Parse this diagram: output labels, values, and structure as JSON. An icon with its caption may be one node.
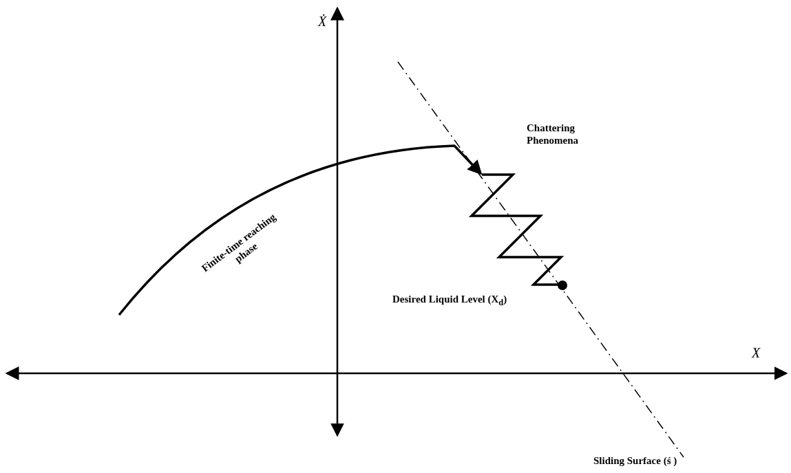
{
  "diagram": {
    "labels": [
      "Ẋ",
      "X",
      "Finite-time reaching phase",
      "Chattering Phenomena",
      "Desired Liquid Level (X$_{d}$)",
      "Sliding Surface (ś )"
    ]
  }
}
